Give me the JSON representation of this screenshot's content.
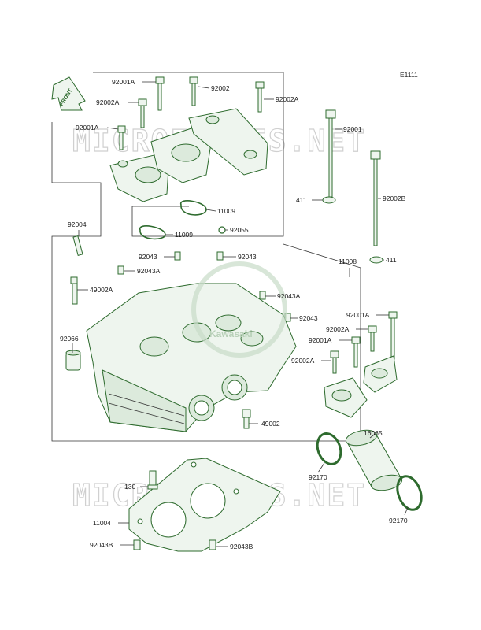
{
  "diagram_code": "E1111",
  "front_label": "FRONT",
  "watermark": "MICROFICHES.NET",
  "center_logo": "Kawasaki",
  "parts": {
    "p92001A_top": "92001A",
    "p92002_top": "92002",
    "p92002A_top": "92002A",
    "p92002A_left": "92002A",
    "p92001A_left": "92001A",
    "p92001_right": "92001",
    "p411_upper": "411",
    "p92002B": "92002B",
    "p11009_upper": "11009",
    "p11009_lower": "11009",
    "p92055": "92055",
    "p92004": "92004",
    "p11008": "11008",
    "p411_lower": "411",
    "p92043_left": "92043",
    "p92043_mid": "92043",
    "p92043A_left": "92043A",
    "p92043A_right": "92043A",
    "p49002A": "49002A",
    "p92043_right": "92043",
    "p92001A_br": "92001A",
    "p92002A_br": "92002A",
    "p92001A_br2": "92001A",
    "p92066": "92066",
    "p92002A_br2": "92002A",
    "p49002": "49002",
    "p16065": "16065",
    "p92170_left": "92170",
    "p130": "130",
    "p11004": "11004",
    "p92170_right": "92170",
    "p92043B_left": "92043B",
    "p92043B_right": "92043B"
  }
}
